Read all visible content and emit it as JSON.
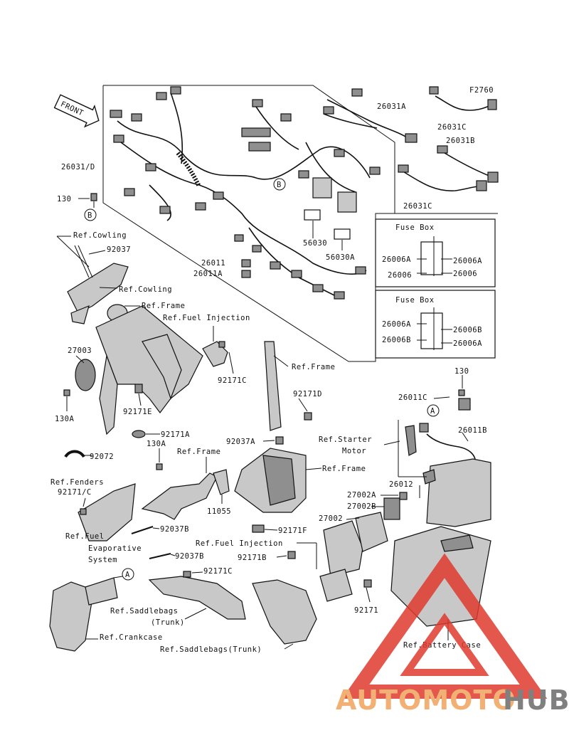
{
  "figure_code": "F2760",
  "front_arrow": "FRONT",
  "fuse_box_title": "Fuse Box",
  "circle_marks": {
    "a": "A",
    "b": "B"
  },
  "labels": {
    "l26031A": "26031A",
    "l26031C_top": "26031C",
    "l26031B": "26031B",
    "l26031C_bot": "26031C",
    "l26031D": "26031/D",
    "l130_top": "130",
    "l56030": "56030",
    "l56030A": "56030A",
    "l26011": "26011",
    "l26011A": "26011A",
    "fb1_l1": "26006A",
    "fb1_r1": "26006A",
    "fb1_l2": "26006",
    "fb1_r2": "26006",
    "fb2_l1": "26006A",
    "fb2_r1": "26006B",
    "fb2_l2": "26006B",
    "fb2_r2": "26006A",
    "refCowling1": "Ref.Cowling",
    "l92037_top": "92037",
    "refCowling2": "Ref.Cowling",
    "refFrame1": "Ref.Frame",
    "refFuelInj1": "Ref.Fuel Injection",
    "l27003": "27003",
    "l92171C_1": "92171C",
    "refFrame2": "Ref.Frame",
    "l130A_1": "130A",
    "l92171E": "92171E",
    "l92171D": "92171D",
    "l130_right": "130",
    "l26011C": "26011C",
    "l26011B": "26011B",
    "l92171A": "92171A",
    "l92072": "92072",
    "l130A_2": "130A",
    "refFrame3": "Ref.Frame",
    "l92037A": "92037A",
    "refFrame4": "Ref.Frame",
    "refStarter1": "Ref.Starter",
    "refStarter2": "Motor",
    "refFenders": "Ref.Fenders",
    "l92171C_slash": "92171/C",
    "l11055": "11055",
    "l26012": "26012",
    "l27002A": "27002A",
    "l27002B": "27002B",
    "l27002": "27002",
    "refFuelEvap1": "Ref.Fuel",
    "refFuelEvap2": "Evaporative",
    "refFuelEvap3": "System",
    "l92037B_1": "92037B",
    "l92171F": "92171F",
    "refFuelInj2": "Ref.Fuel Injection",
    "l92037B_2": "92037B",
    "l92171B": "92171B",
    "l92171C_2": "92171C",
    "l92171": "92171",
    "refSaddle1": "Ref.Saddlebags",
    "refSaddle1b": "(Trunk)",
    "refCrankcase": "Ref.Crankcase",
    "refBattery": "Ref.Battery Case",
    "refSaddle2": "Ref.Saddlebags(Trunk)"
  },
  "watermark": {
    "part1": "AUTOMOTO",
    "part2": "HUB"
  },
  "colors": {
    "ink": "#111111",
    "part_fill": "#c8c8c8",
    "watermark_orange": "#f0a35c",
    "watermark_red": "#e03a2f",
    "watermark_gray": "#6b6b6b"
  }
}
